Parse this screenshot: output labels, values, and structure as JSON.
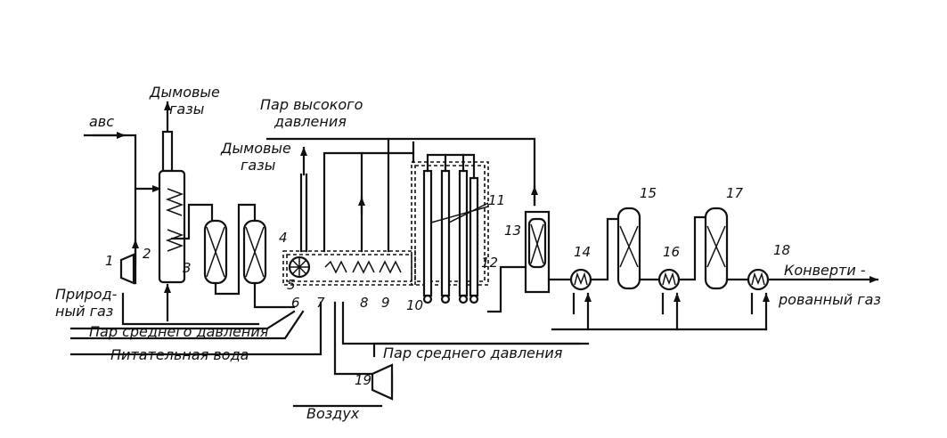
{
  "labels": {
    "abc": "авс",
    "flue_gases_1_line1": "Дымовые",
    "flue_gases_1_line2": "газы",
    "flue_gases_2_line1": "Дымовые",
    "flue_gases_2_line2": "газы",
    "hp_steam_line1": "Пар высокого",
    "hp_steam_line2": "давления",
    "natural_gas_line1": "Природ-",
    "natural_gas_line2": "ный газ",
    "mp_steam_left": "Пар среднего давления",
    "feed_water": "Питательная вода",
    "mp_steam_bottom": "Пар среднего давления",
    "air": "Воздух",
    "converted_gas_line1": "Конверти -",
    "converted_gas_line2": "рованный газ"
  },
  "numbers": [
    "1",
    "2",
    "3",
    "4",
    "5",
    "6",
    "7",
    "8",
    "9",
    "10",
    "11",
    "12",
    "13",
    "14",
    "15",
    "16",
    "17",
    "18",
    "19"
  ]
}
